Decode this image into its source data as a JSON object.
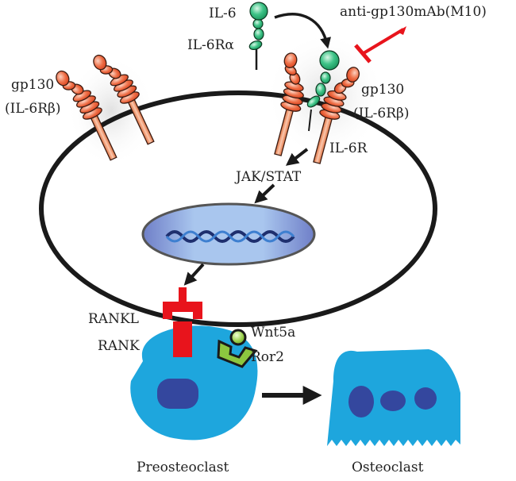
{
  "labels": {
    "il6": "IL-6",
    "il6ra": "IL-6Rα",
    "antibody": "anti-gp130mAb(M10)",
    "gp130_left_line1": "gp130",
    "gp130_left_line2": "(IL-6Rβ)",
    "gp130_right_line1": "gp130",
    "gp130_right_line2": "(IL-6Rβ)",
    "il6r": "IL-6R",
    "jakstat": "JAK/STAT",
    "rankl": "RANKL",
    "rank": "RANK",
    "wnt5a": "Wnt5a",
    "ror2": "Ror2",
    "preosteoclast": "Preosteoclast",
    "osteoclast": "Osteoclast"
  },
  "colors": {
    "receptor_orange": "#e8603c",
    "receptor_light": "#f4a48a",
    "il6_green": "#2fb878",
    "inhibitor_red": "#e8141c",
    "cell_blue": "#1ea6dd",
    "nucleus_dark": "#34479e",
    "nucleus_ellipse": "#8a9ad6",
    "wnt_green": "#8cc63f",
    "membrane": "#1a1a1a"
  },
  "nodes": [
    {
      "id": "il6",
      "label": "IL-6"
    },
    {
      "id": "il6ra",
      "label": "IL-6Rα"
    },
    {
      "id": "gp130",
      "label": "gp130 (IL-6Rβ)"
    },
    {
      "id": "il6r",
      "label": "IL-6R"
    },
    {
      "id": "jakstat",
      "label": "JAK/STAT"
    },
    {
      "id": "nucleus",
      "label": ""
    },
    {
      "id": "rankl",
      "label": "RANKL"
    },
    {
      "id": "rank",
      "label": "RANK"
    },
    {
      "id": "wnt5a",
      "label": "Wnt5a"
    },
    {
      "id": "ror2",
      "label": "Ror2"
    },
    {
      "id": "preosteoclast",
      "label": "Preosteoclast"
    },
    {
      "id": "osteoclast",
      "label": "Osteoclast"
    },
    {
      "id": "m10",
      "label": "anti-gp130mAb(M10)"
    }
  ],
  "edges": [
    {
      "from": "il6",
      "to": "gp130",
      "type": "arrow"
    },
    {
      "from": "m10",
      "to": "gp130",
      "type": "inhibit"
    },
    {
      "from": "il6r",
      "to": "jakstat",
      "type": "arrow"
    },
    {
      "from": "jakstat",
      "to": "nucleus",
      "type": "arrow"
    },
    {
      "from": "nucleus",
      "to": "rankl",
      "type": "arrow"
    },
    {
      "from": "preosteoclast",
      "to": "osteoclast",
      "type": "arrow"
    }
  ]
}
